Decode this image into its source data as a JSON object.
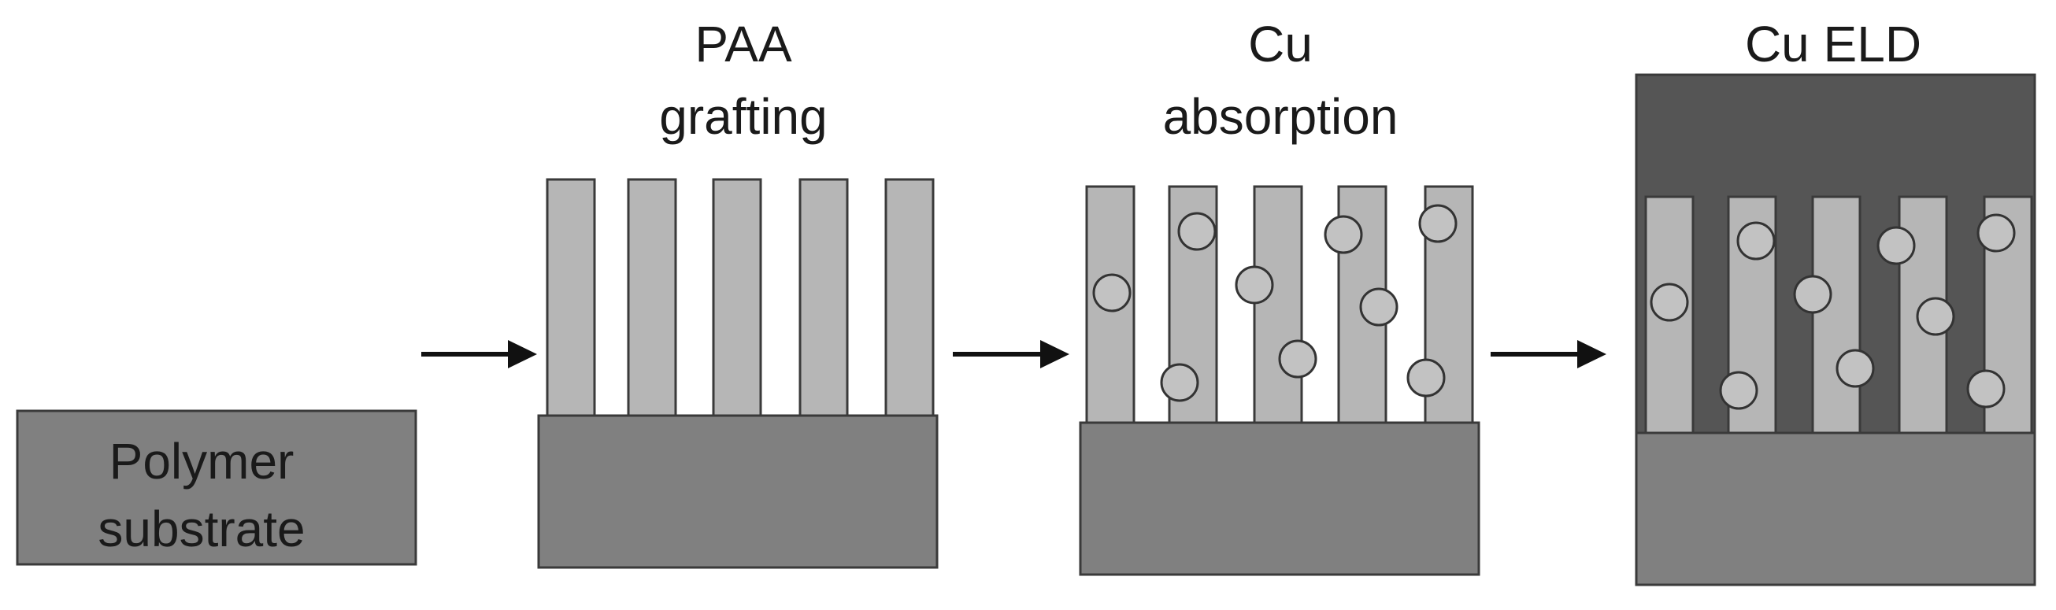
{
  "steps": [
    {
      "label_lines": [
        "Polymer",
        "substrate"
      ]
    },
    {
      "label_lines": [
        "PAA",
        "grafting"
      ]
    },
    {
      "label_lines": [
        "Cu",
        "absorption"
      ]
    },
    {
      "label_lines": [
        "Cu ELD"
      ]
    }
  ],
  "colors": {
    "substrate": "#808080",
    "brush": "#b6b6b6",
    "particle": "#c2c2c2",
    "deposited_copper": "#555555",
    "arrow": "#111111"
  }
}
